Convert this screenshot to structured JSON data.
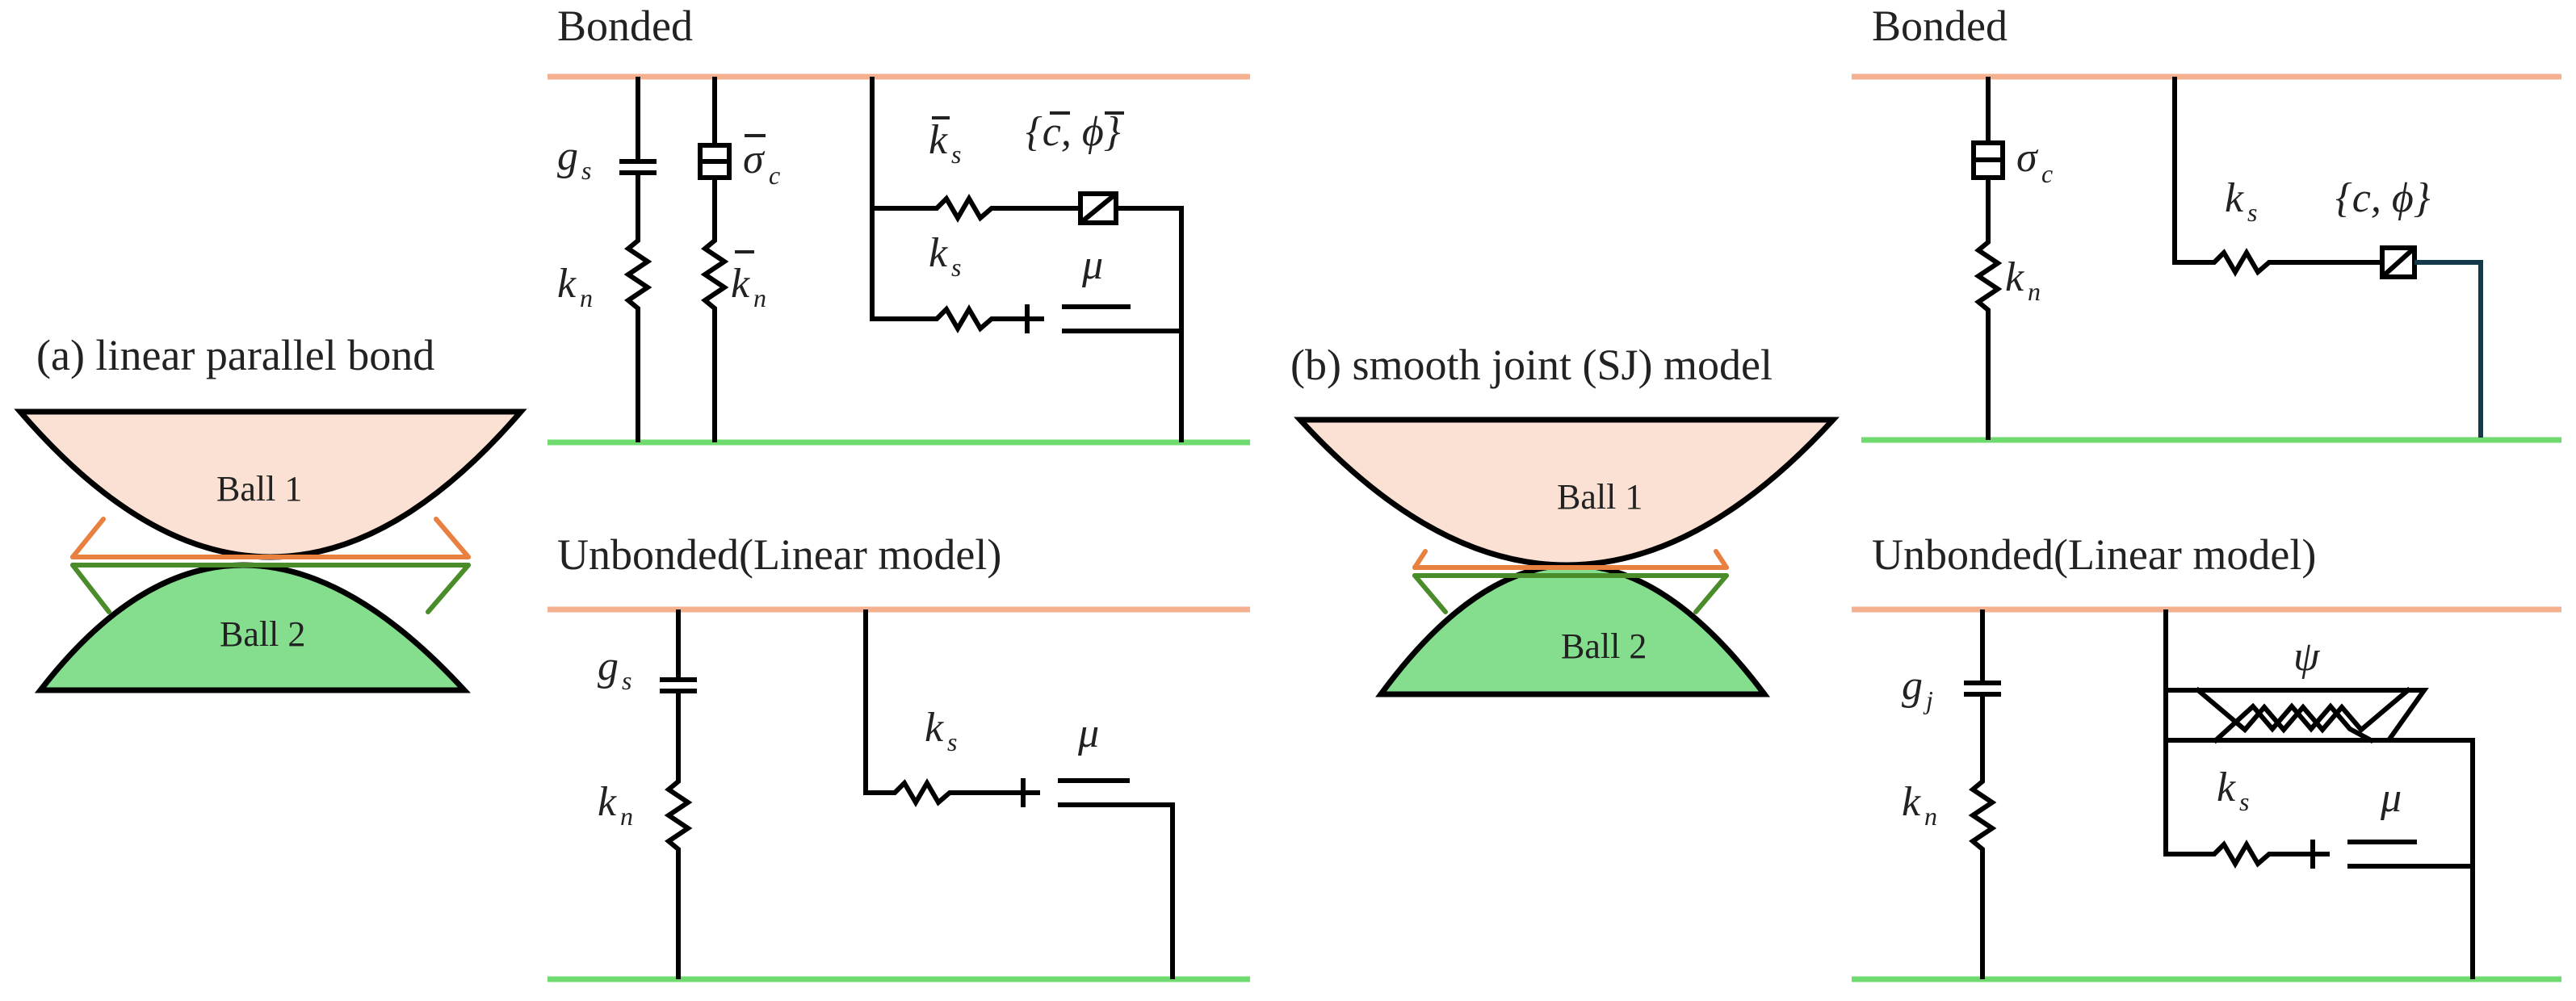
{
  "colors": {
    "top_plate": "#F4B08F",
    "bottom_plate": "#6FDB6F",
    "ball1_fill": "#FBE1D3",
    "ball2_fill": "#84DE8E",
    "bond_orange": "#E8803F",
    "bond_green": "#4B8C2A",
    "dark_line": "#143A4A"
  },
  "panel_a": {
    "caption": "(a) linear parallel bond",
    "ball1": "Ball 1",
    "ball2": "Ball 2",
    "bonded": {
      "title": "Bonded",
      "gs": "g",
      "gs_sub": "s",
      "sigma": "σ",
      "sigma_sub": "c",
      "kn": "k",
      "kn_sub": "n",
      "knbar": "k",
      "knbar_sub": "n",
      "ksbar": "k",
      "ksbar_sub": "s",
      "ks": "k",
      "ks_sub": "s",
      "cphi": "{c, ϕ}",
      "mu": "μ"
    },
    "unbonded": {
      "title": "Unbonded(Linear model)",
      "gs": "g",
      "gs_sub": "s",
      "kn": "k",
      "kn_sub": "n",
      "ks": "k",
      "ks_sub": "s",
      "mu": "μ"
    }
  },
  "panel_b": {
    "caption": "(b) smooth joint (SJ) model",
    "ball1": "Ball 1",
    "ball2": "Ball 2",
    "bonded": {
      "title": "Bonded",
      "sigma": "σ",
      "sigma_sub": "c",
      "kn": "k",
      "kn_sub": "n",
      "ks": "k",
      "ks_sub": "s",
      "cphi": "{c, ϕ}"
    },
    "unbonded": {
      "title": "Unbonded(Linear model)",
      "gj": "g",
      "gj_sub": "j",
      "kn": "k",
      "kn_sub": "n",
      "psi": "ψ",
      "ks": "k",
      "ks_sub": "s",
      "mu": "μ"
    }
  }
}
